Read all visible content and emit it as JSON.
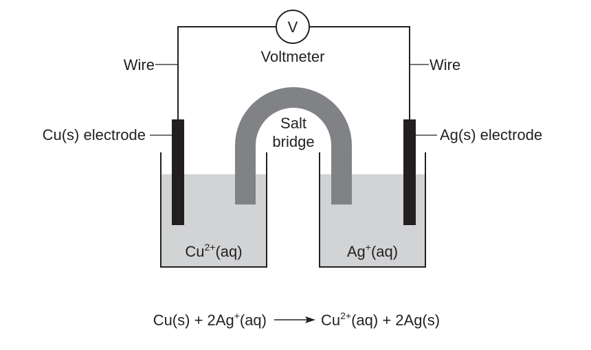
{
  "diagram": {
    "type": "galvanic-cell",
    "labels": {
      "voltmeter_symbol": "V",
      "voltmeter": "Voltmeter",
      "wire_left": "Wire",
      "wire_right": "Wire",
      "cu_electrode": "Cu(s) electrode",
      "ag_electrode": "Ag(s) electrode",
      "salt_bridge_line1": "Salt",
      "salt_bridge_line2": "bridge"
    },
    "left_solution": {
      "base": "Cu",
      "charge": "2+",
      "state": "(aq)"
    },
    "right_solution": {
      "base": "Ag",
      "charge": "+",
      "state": "(aq)"
    },
    "equation": {
      "reactant1": "Cu(s) + 2Ag",
      "reactant1_charge": "+",
      "reactant1_state": "(aq)",
      "product1": "Cu",
      "product1_charge": "2+",
      "product1_state": "(aq) + 2Ag(s)"
    },
    "colors": {
      "ink": "#231f20",
      "solution": "#d1d3d4",
      "salt_bridge": "#808285",
      "electrode": "#231f20"
    }
  }
}
